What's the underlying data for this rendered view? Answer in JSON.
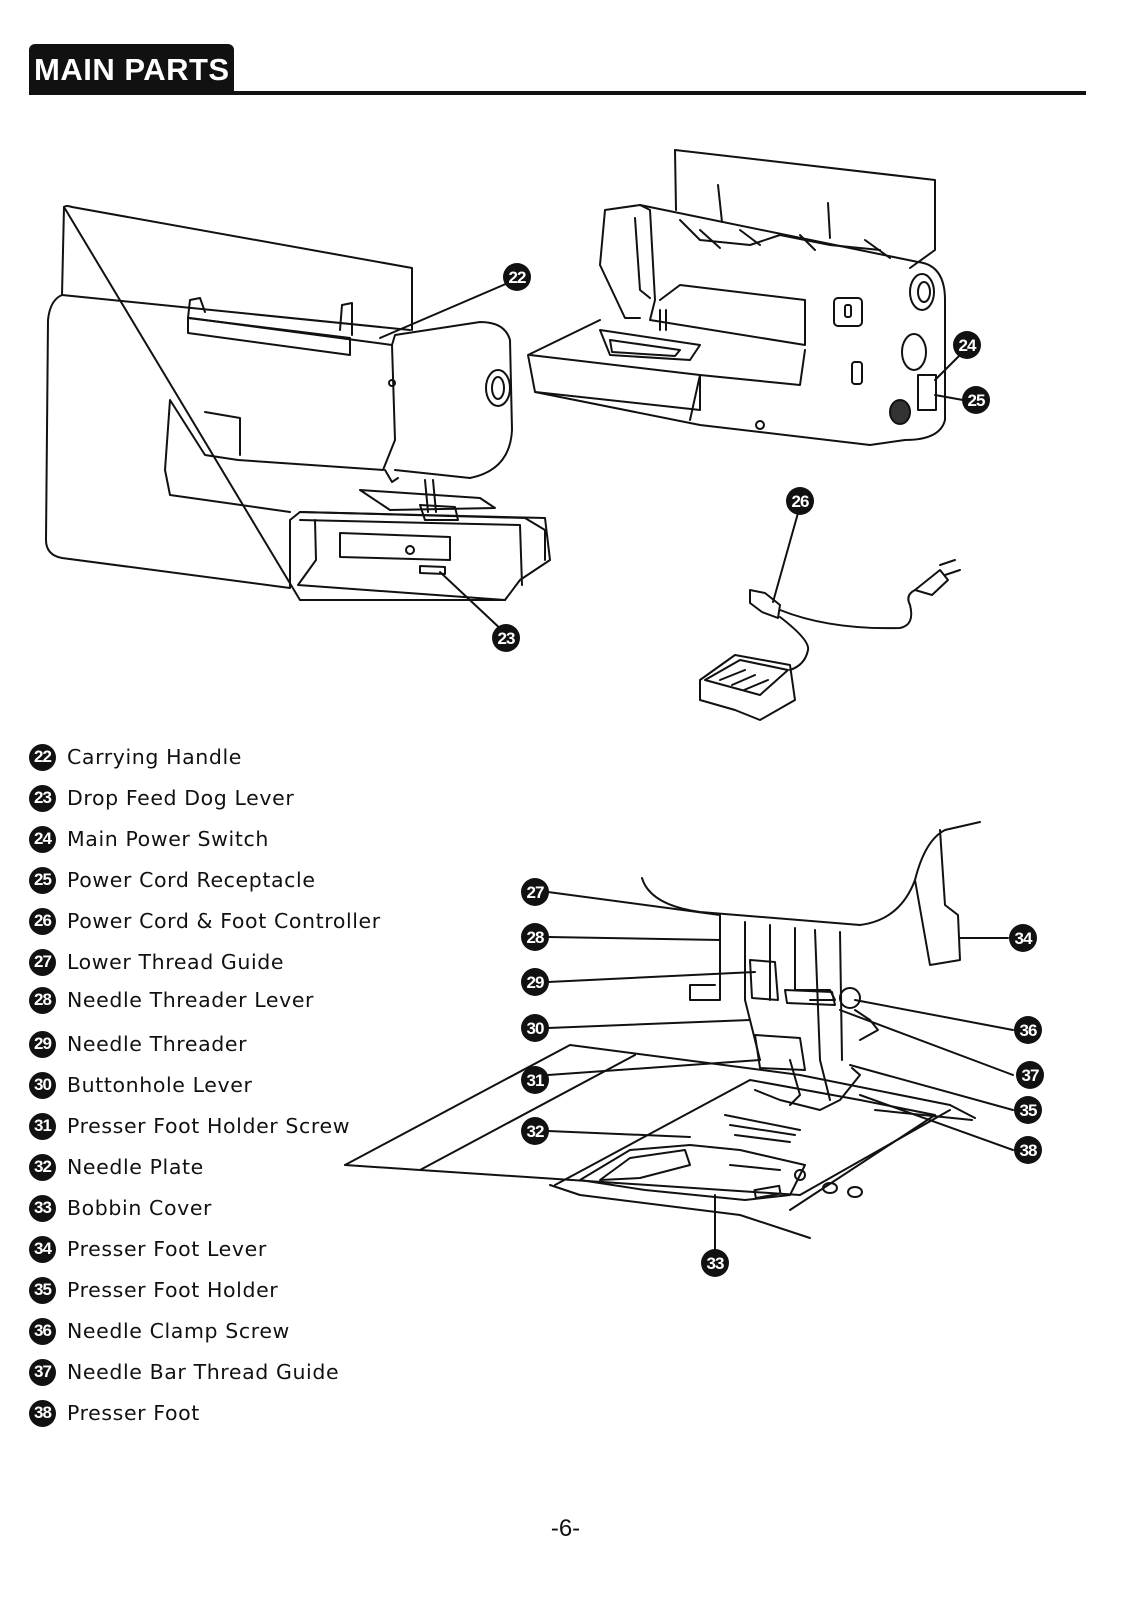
{
  "header": {
    "title": "MAIN PARTS"
  },
  "parts": [
    {
      "num": "22",
      "label": "Carrying Handle"
    },
    {
      "num": "23",
      "label": "Drop Feed Dog Lever"
    },
    {
      "num": "24",
      "label": "Main Power Switch"
    },
    {
      "num": "25",
      "label": "Power Cord Receptacle"
    },
    {
      "num": "26",
      "label": "Power Cord & Foot Controller"
    },
    {
      "num": "27",
      "label": "Lower Thread Guide"
    },
    {
      "num": "28",
      "label": "Needle Threader Lever"
    },
    {
      "num": "29",
      "label": "Needle Threader"
    },
    {
      "num": "30",
      "label": "Buttonhole Lever"
    },
    {
      "num": "31",
      "label": "Presser Foot Holder Screw"
    },
    {
      "num": "32",
      "label": "Needle Plate"
    },
    {
      "num": "33",
      "label": "Bobbin Cover"
    },
    {
      "num": "34",
      "label": "Presser Foot Lever"
    },
    {
      "num": "35",
      "label": "Presser Foot Holder"
    },
    {
      "num": "36",
      "label": "Needle Clamp Screw"
    },
    {
      "num": "37",
      "label": "Needle Bar Thread Guide"
    },
    {
      "num": "38",
      "label": "Presser Foot"
    }
  ],
  "page_number": "-6-"
}
